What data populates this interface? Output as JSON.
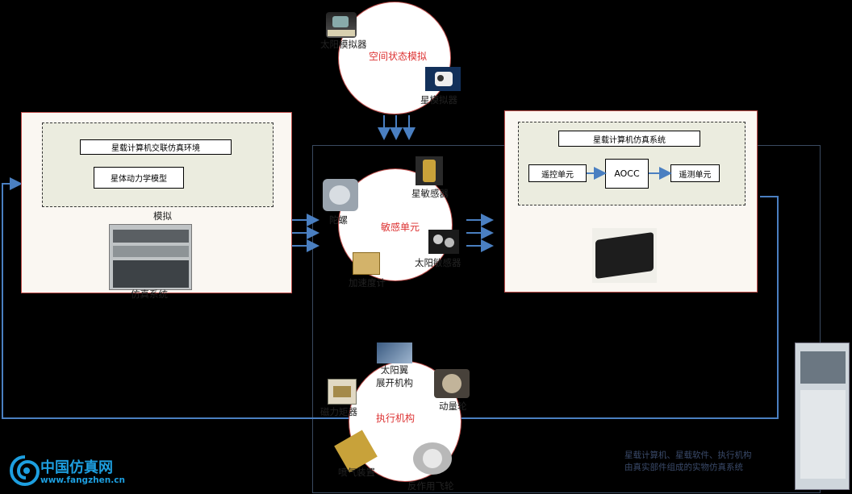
{
  "space_sim": {
    "title": "空间状态模拟",
    "sun_sim": "太阳模拟器",
    "star_sim": "星模拟器"
  },
  "left_panel": {
    "env_label": "星载计算机交联仿真环境",
    "dynamics_label": "星体动力学模型",
    "sim_arrow_label": "模拟",
    "sim_system_label": "仿真系统"
  },
  "sensor": {
    "title": "敏感单元",
    "gyro": "陀螺",
    "star_sensor": "星敏感器",
    "sun_sensor": "太阳敏感器",
    "accel": "加速度计"
  },
  "right_panel": {
    "title": "星载计算机仿真系统",
    "telecontrol": "遥控单元",
    "aocc": "AOCC",
    "telemetry": "遥测单元"
  },
  "actuator": {
    "title": "执行机构",
    "solar_wing": "太阳翼\n展开机构",
    "momentum_wheel": "动量轮",
    "magnetic_torquer": "磁力矩器",
    "thruster": "喷气装置",
    "reaction_wheel": "反作用飞轮"
  },
  "caption": {
    "line1": "星载计算机、星载软件、执行机构",
    "line2": "由真实部件组成的实物仿真系统"
  },
  "logo": {
    "name": "中国仿真网",
    "url": "www.fangzhen.cn"
  },
  "colors": {
    "arrow": "#4a7fc1",
    "panel_border": "#c0504d",
    "logo": "#1d9fe0"
  }
}
